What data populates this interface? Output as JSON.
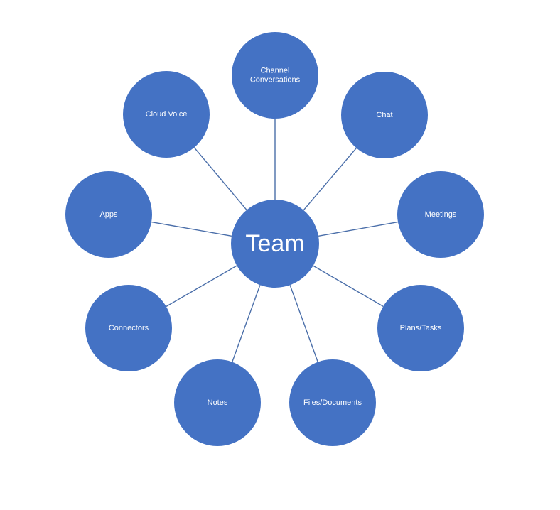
{
  "diagram": {
    "center": {
      "label": "Team"
    },
    "nodes": [
      {
        "id": "channel-conversations",
        "lines": [
          "Channel",
          "Conversations"
        ]
      },
      {
        "id": "chat",
        "lines": [
          "Chat"
        ]
      },
      {
        "id": "meetings",
        "lines": [
          "Meetings"
        ]
      },
      {
        "id": "plans-tasks",
        "lines": [
          "Plans/Tasks"
        ]
      },
      {
        "id": "files-documents",
        "lines": [
          "Files/Documents"
        ]
      },
      {
        "id": "notes",
        "lines": [
          "Notes"
        ]
      },
      {
        "id": "connectors",
        "lines": [
          "Connectors"
        ]
      },
      {
        "id": "apps",
        "lines": [
          "Apps"
        ]
      },
      {
        "id": "cloud-voice",
        "lines": [
          "Cloud Voice"
        ]
      }
    ],
    "colors": {
      "node_fill": "#4472c4",
      "connector": "#4a6ea9",
      "text": "#ffffff"
    }
  }
}
